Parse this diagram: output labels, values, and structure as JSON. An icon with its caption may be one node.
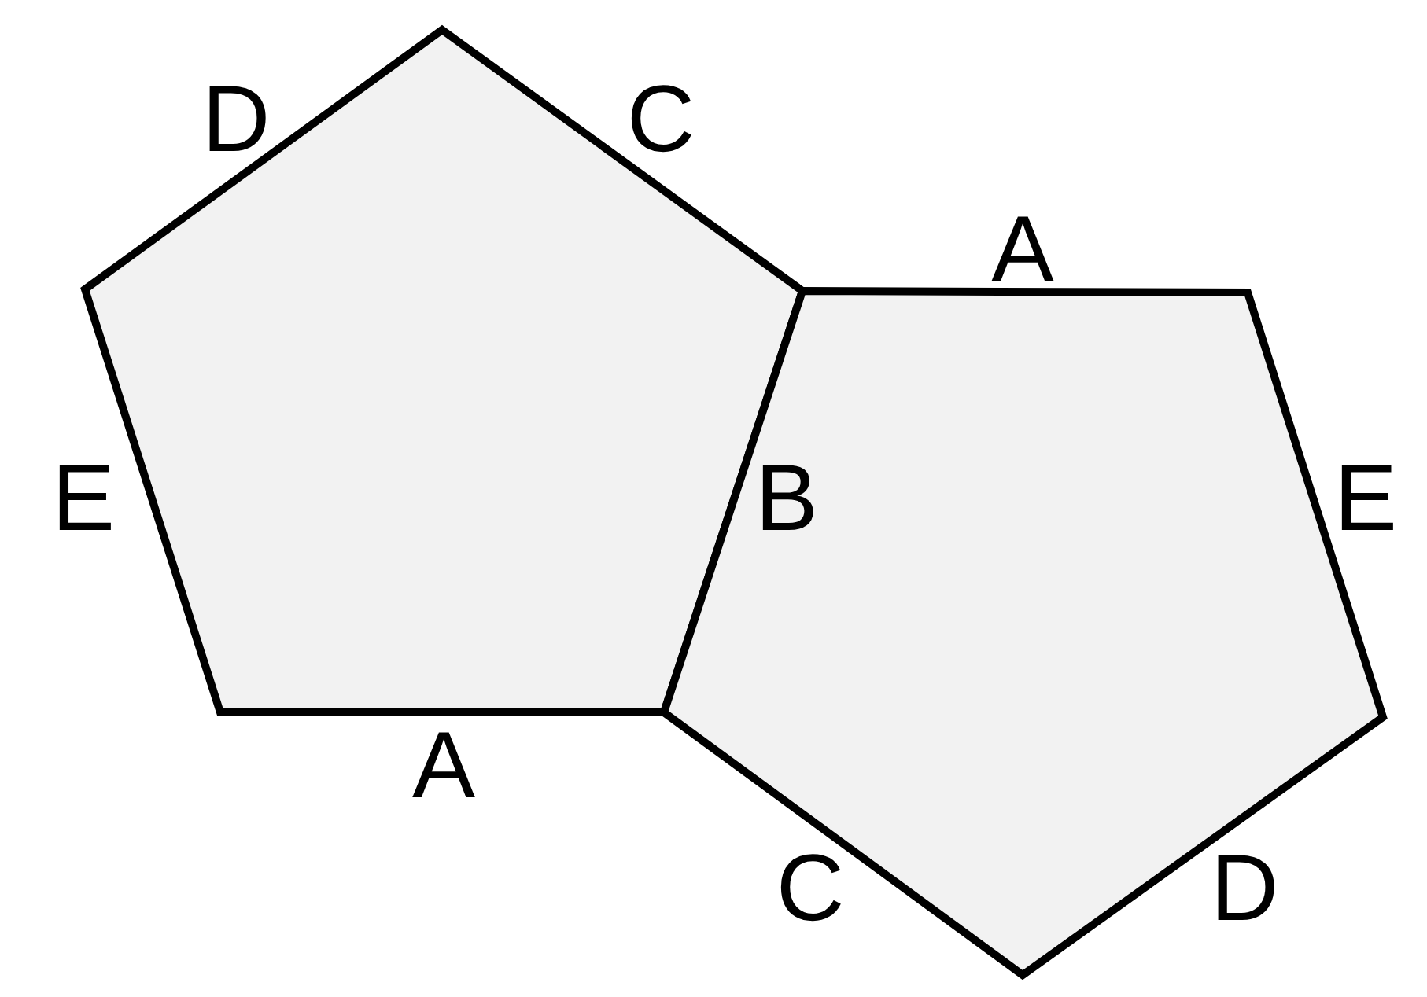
{
  "diagram": {
    "nodes": [
      {
        "text": [],
        "shape": "pentagon"
      },
      {
        "text": [],
        "shape": "pentagon"
      }
    ],
    "labels": [
      "D",
      "C",
      "A",
      "E",
      "B",
      "E",
      "A",
      "C",
      "D"
    ]
  }
}
